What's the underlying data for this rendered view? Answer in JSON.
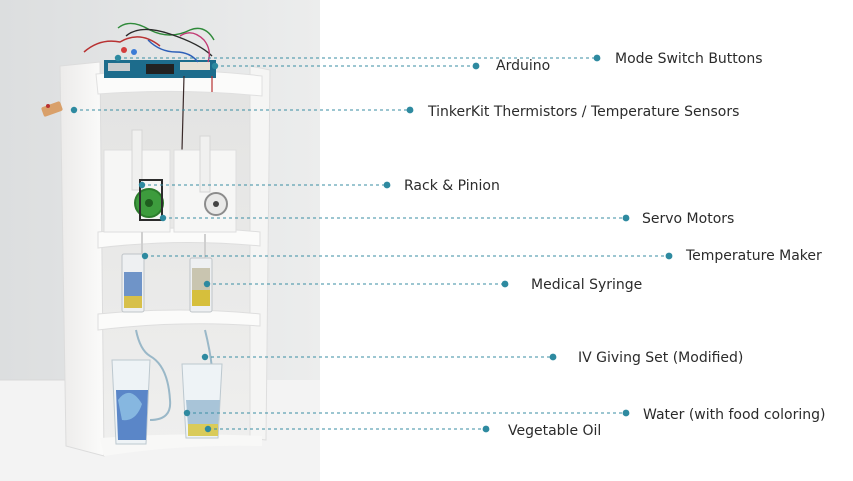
{
  "colors": {
    "leader": "#3a8ea3",
    "dot": "#2e8aa0",
    "label": "#2b2b2b",
    "photo_backdrop": "#e6e7e8",
    "shelf": "#f7f7f6"
  },
  "labels": [
    {
      "id": "mode-switch-buttons",
      "text": "Mode Switch Buttons"
    },
    {
      "id": "arduino",
      "text": "Arduino"
    },
    {
      "id": "thermistors",
      "text": "TinkerKit Thermistors / Temperature Sensors"
    },
    {
      "id": "rack-pinion",
      "text": "Rack & Pinion"
    },
    {
      "id": "servo-motors",
      "text": "Servo Motors"
    },
    {
      "id": "temperature-maker",
      "text": "Temperature Maker"
    },
    {
      "id": "medical-syringe",
      "text": "Medical Syringe"
    },
    {
      "id": "iv-giving-set",
      "text": "IV Giving Set (Modified)"
    },
    {
      "id": "water",
      "text": "Water (with food coloring)"
    },
    {
      "id": "vegetable-oil",
      "text": "Vegetable Oil"
    }
  ]
}
